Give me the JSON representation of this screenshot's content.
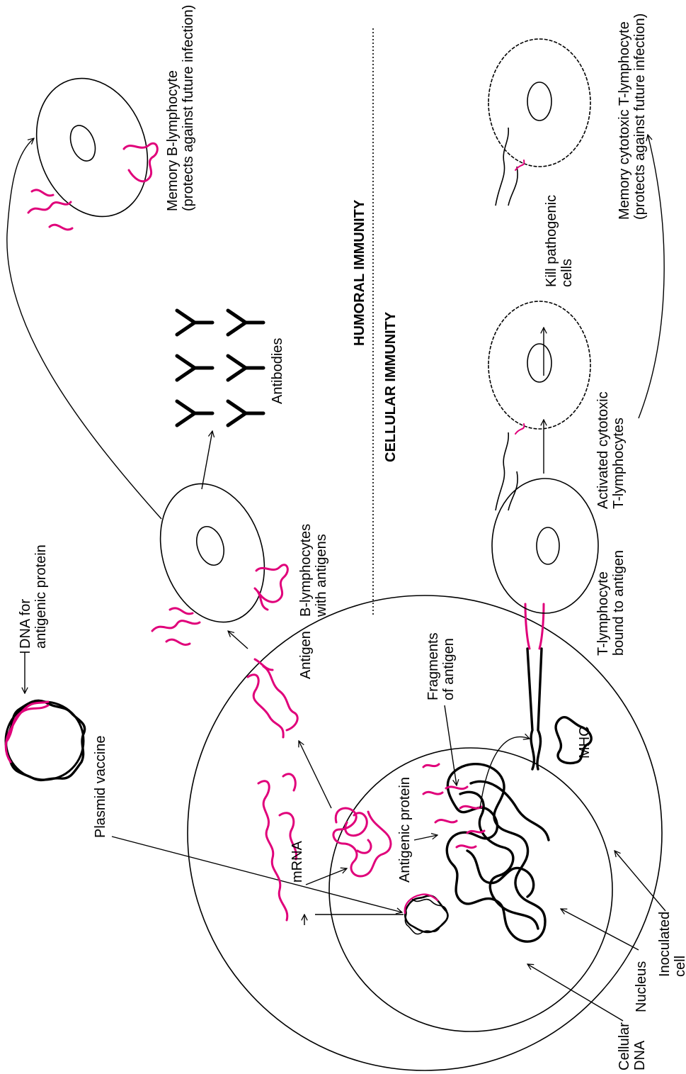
{
  "colors": {
    "antigen": "#e0007a",
    "line": "#000000",
    "background": "#ffffff"
  },
  "labels": {
    "dna_for_antigenic_protein": [
      "DNA for",
      "antigenic protein"
    ],
    "plasmid_vaccine": "Plasmid vaccine",
    "mrna": "mRNA",
    "antigenic_protein": "Antigenic protein",
    "antigen": "Antigen",
    "b_lymphocytes": [
      "B-lymphocytes",
      "with antigens"
    ],
    "antibodies": "Antibodies",
    "memory_b": [
      "Memory B-lymphocyte",
      "(protects against future infection)"
    ],
    "humoral_immunity": "HUMORAL IMMUNITY",
    "cellular_immunity": "CELLULAR IMMUNITY",
    "fragments_of_antigen": [
      "Fragments",
      "of antigen"
    ],
    "mhc": "MHC",
    "t_lymphocyte": [
      "T-lymphocyte",
      "bound to antigen"
    ],
    "activated_cytotoxic": [
      "Activated cytotoxic",
      "T-lymphocytes"
    ],
    "kill_pathogenic": [
      "Kill pathogenic",
      "cells"
    ],
    "memory_cytotoxic": [
      "Memory cytotoxic T-lymphocyte",
      "(protects against future infection)"
    ],
    "cellular_dna": [
      "Cellular",
      "DNA"
    ],
    "nucleus": "Nucleus",
    "inoculated_cell": [
      "Inoculated",
      "cell"
    ]
  }
}
